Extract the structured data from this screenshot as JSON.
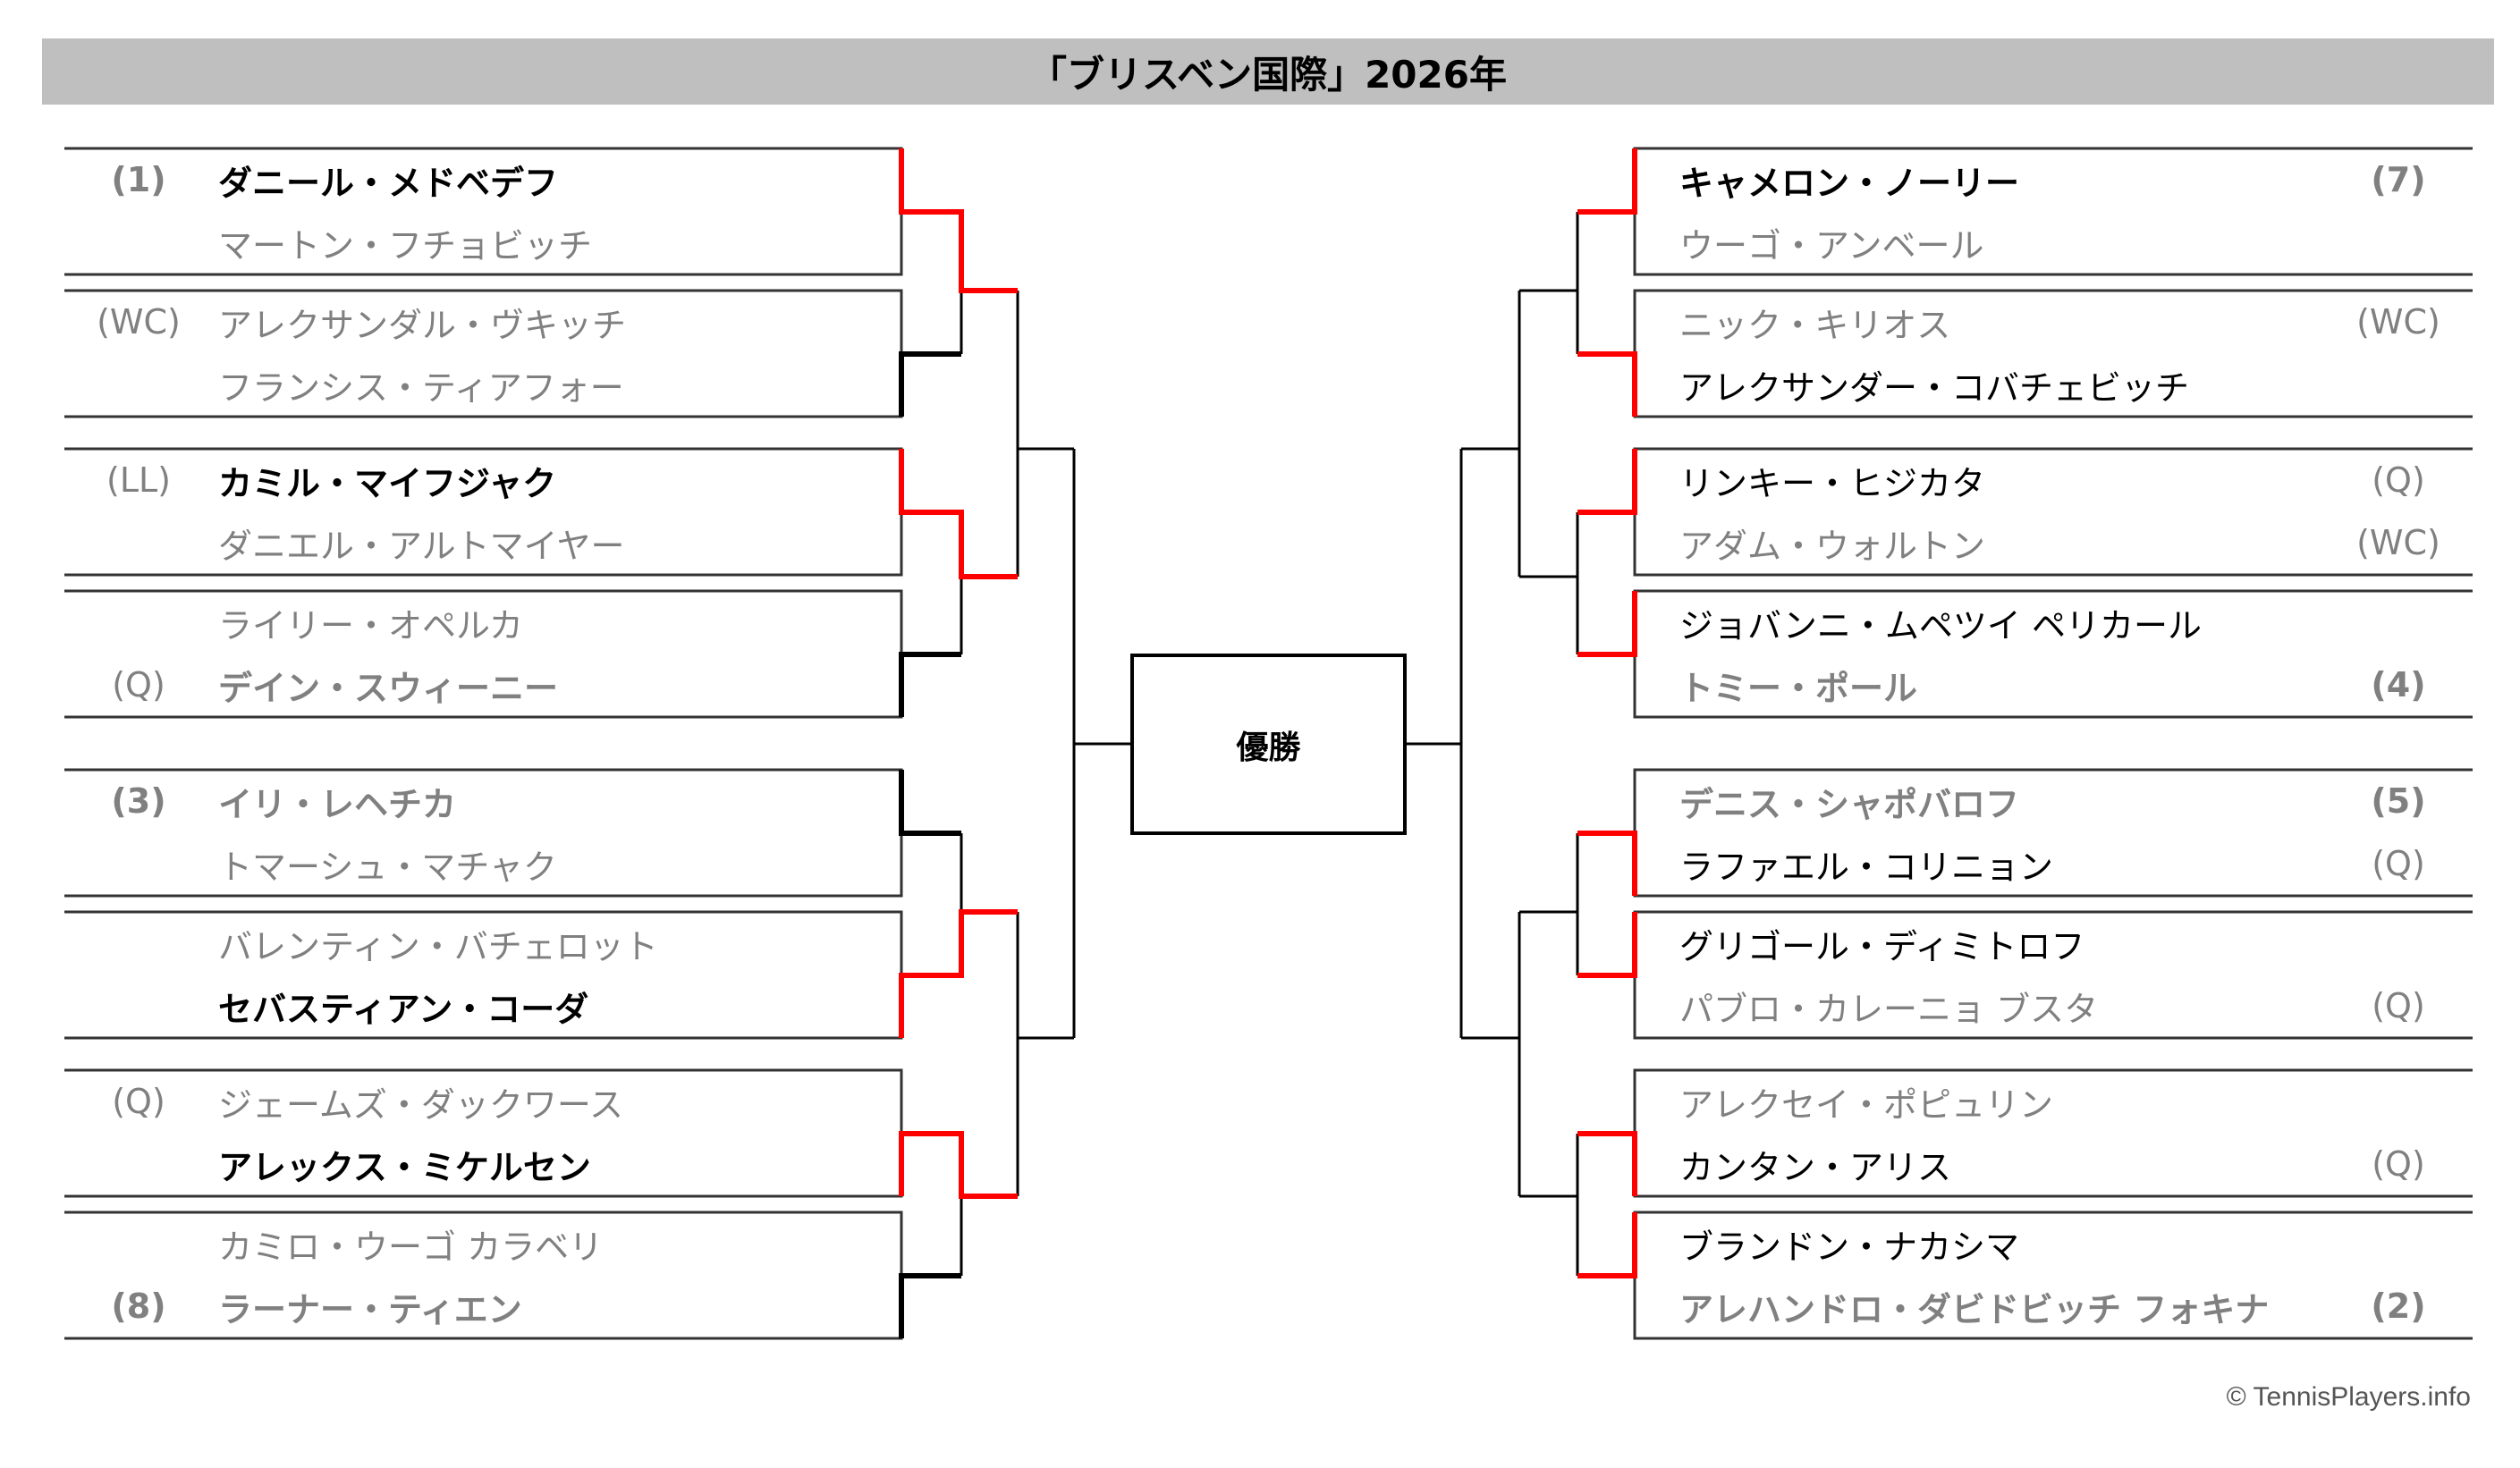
{
  "title": "「ブリスベン国際」2026年",
  "champion_label": "優勝",
  "credit": "© TennisPlayers.info",
  "colors": {
    "winner_line": "#ff0000",
    "line": "#000000",
    "loser_text": "#808080",
    "title_bg": "#bfbfbf"
  },
  "left": [
    [
      {
        "seed": "(1)",
        "name": "ダニール・メドベデフ",
        "bold": true,
        "lost": false
      },
      {
        "seed": "",
        "name": "マートン・フチョビッチ",
        "bold": false,
        "lost": true
      }
    ],
    [
      {
        "seed": "(WC)",
        "name": "アレクサンダル・ヴキッチ",
        "bold": false,
        "lost": true
      },
      {
        "seed": "",
        "name": "フランシス・ティアフォー",
        "bold": false,
        "lost": true
      }
    ],
    [
      {
        "seed": "(LL)",
        "name": "カミル・マイフジャク",
        "bold": true,
        "lost": false
      },
      {
        "seed": "",
        "name": "ダニエル・アルトマイヤー",
        "bold": false,
        "lost": true
      }
    ],
    [
      {
        "seed": "",
        "name": "ライリー・オペルカ",
        "bold": false,
        "lost": true
      },
      {
        "seed": "(Q)",
        "name": "デイン・スウィーニー",
        "bold": true,
        "lost": true
      }
    ],
    [
      {
        "seed": "(3)",
        "name": "イリ・レヘチカ",
        "bold": true,
        "lost": true
      },
      {
        "seed": "",
        "name": "トマーシュ・マチャク",
        "bold": false,
        "lost": true
      }
    ],
    [
      {
        "seed": "",
        "name": "バレンティン・バチェロット",
        "bold": false,
        "lost": true
      },
      {
        "seed": "",
        "name": "セバスティアン・コーダ",
        "bold": true,
        "lost": false
      }
    ],
    [
      {
        "seed": "(Q)",
        "name": "ジェームズ・ダックワース",
        "bold": false,
        "lost": true
      },
      {
        "seed": "",
        "name": "アレックス・ミケルセン",
        "bold": true,
        "lost": false
      }
    ],
    [
      {
        "seed": "",
        "name": "カミロ・ウーゴ カラベリ",
        "bold": false,
        "lost": true
      },
      {
        "seed": "(8)",
        "name": "ラーナー・ティエン",
        "bold": true,
        "lost": true
      }
    ]
  ],
  "right": [
    [
      {
        "seed": "(7)",
        "name": "キャメロン・ノーリー",
        "bold": true,
        "lost": false
      },
      {
        "seed": "",
        "name": "ウーゴ・アンベール",
        "bold": false,
        "lost": true
      }
    ],
    [
      {
        "seed": "(WC)",
        "name": "ニック・キリオス",
        "bold": false,
        "lost": true
      },
      {
        "seed": "",
        "name": "アレクサンダー・コバチェビッチ",
        "bold": false,
        "lost": false
      }
    ],
    [
      {
        "seed": "(Q)",
        "name": "リンキー・ヒジカタ",
        "bold": false,
        "lost": false
      },
      {
        "seed": "(WC)",
        "name": "アダム・ウォルトン",
        "bold": false,
        "lost": true
      }
    ],
    [
      {
        "seed": "",
        "name": "ジョバンニ・ムペツイ ペリカール",
        "bold": false,
        "lost": false
      },
      {
        "seed": "(4)",
        "name": "トミー・ポール",
        "bold": true,
        "lost": true
      }
    ],
    [
      {
        "seed": "(5)",
        "name": "デニス・シャポバロフ",
        "bold": true,
        "lost": true
      },
      {
        "seed": "(Q)",
        "name": "ラファエル・コリニョン",
        "bold": false,
        "lost": false
      }
    ],
    [
      {
        "seed": "",
        "name": "グリゴール・ディミトロフ",
        "bold": false,
        "lost": false
      },
      {
        "seed": "(Q)",
        "name": "パブロ・カレーニョ ブスタ",
        "bold": false,
        "lost": true
      }
    ],
    [
      {
        "seed": "",
        "name": "アレクセイ・ポピュリン",
        "bold": false,
        "lost": true
      },
      {
        "seed": "(Q)",
        "name": "カンタン・アリス",
        "bold": false,
        "lost": false
      }
    ],
    [
      {
        "seed": "",
        "name": "ブランドン・ナカシマ",
        "bold": false,
        "lost": false
      },
      {
        "seed": "(2)",
        "name": "アレハンドロ・ダビドビッチ フォキナ",
        "bold": true,
        "lost": true
      }
    ]
  ]
}
